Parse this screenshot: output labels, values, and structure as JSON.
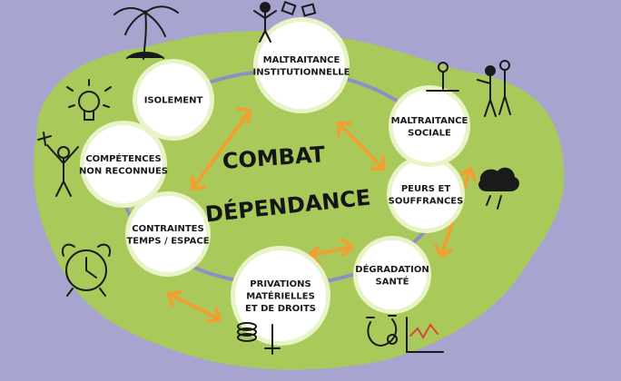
{
  "center": {
    "line1": "COMBAT",
    "line2": "DÉPENDANCE"
  },
  "nodes": [
    {
      "id": "maltraitance-institutionnelle",
      "lines": [
        "MALTRAITANCE",
        "INSTITUTIONNELLE"
      ]
    },
    {
      "id": "isolement",
      "lines": [
        "ISOLEMENT"
      ]
    },
    {
      "id": "competences-non-reconnues",
      "lines": [
        "COMPÉTENCES",
        "NON RECONNUES"
      ]
    },
    {
      "id": "contraintes-temps-espace",
      "lines": [
        "CONTRAINTES",
        "TEMPS / ESPACE"
      ]
    },
    {
      "id": "privations",
      "lines": [
        "PRIVATIONS",
        "MATÉRIELLES",
        "ET DE DROITS"
      ]
    },
    {
      "id": "degradation-sante",
      "lines": [
        "DÉGRADATION",
        "SANTÉ"
      ]
    },
    {
      "id": "peurs-souffrances",
      "lines": [
        "PEURS ET",
        "SOUFFRANCES"
      ]
    },
    {
      "id": "maltraitance-sociale",
      "lines": [
        "MALTRAITANCE",
        "SOCIALE"
      ]
    }
  ],
  "colors": {
    "background": "#a7a4cf",
    "island": "#a9c95a",
    "ring": "#8f8fc8",
    "arrow": "#f0a030",
    "node_fill": "#ffffff",
    "node_halo": "#e9f3c8",
    "ink": "#1a1a1a"
  },
  "icons": [
    "palm-tree-icon",
    "person-papers-icon",
    "lightbulb-icon",
    "person-tools-icon",
    "alarm-clock-icon",
    "coins-icon",
    "stethoscope-icon",
    "chart-icon",
    "crowd-icon",
    "storm-cloud-icon"
  ]
}
